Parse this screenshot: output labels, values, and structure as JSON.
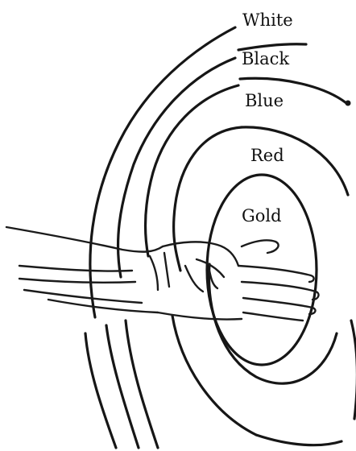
{
  "rings": [
    {
      "label": "White",
      "color": "#ffffff"
    },
    {
      "label": "Black",
      "color": "#000000"
    },
    {
      "label": "Blue",
      "color": "#1f4fbf"
    },
    {
      "label": "Red",
      "color": "#c62828"
    },
    {
      "label": "Gold",
      "color": "#d4a017"
    }
  ],
  "figure": {
    "subject": "outstretched-hand"
  }
}
